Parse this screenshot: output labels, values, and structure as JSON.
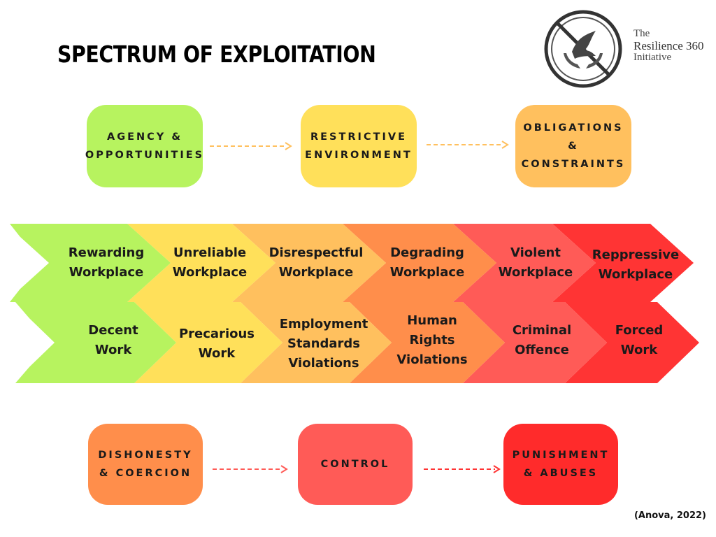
{
  "title": "SPECTRUM OF EXPLOITATION",
  "org": {
    "line1": "The",
    "line2": "Resilience 360",
    "line3": "Initiative"
  },
  "colors": {
    "green": "#B7F35F",
    "yellow": "#FFE05A",
    "light_orange": "#FFC05E",
    "orange": "#FF8E4B",
    "red_orange": "#FF5B57",
    "red": "#FF3434"
  },
  "top_boxes": [
    {
      "label": "AGENCY &\nOPPORTUNITIES"
    },
    {
      "label": "RESTRICTIVE\nENVIRONMENT"
    },
    {
      "label": "OBLIGATIONS\n&\nCONSTRAINTS"
    }
  ],
  "workplace_row": [
    {
      "label": "Rewarding\nWorkplace"
    },
    {
      "label": "Unreliable\nWorkplace"
    },
    {
      "label": "Disrespectful\nWorkplace"
    },
    {
      "label": "Degrading\nWorkplace"
    },
    {
      "label": "Violent\nWorkplace"
    },
    {
      "label": "Reppressive\nWorkplace"
    }
  ],
  "work_row": [
    {
      "label": "Decent\nWork"
    },
    {
      "label": "Precarious\nWork"
    },
    {
      "label": "Employment\nStandards\nViolations"
    },
    {
      "label": "Human\nRights\nViolations"
    },
    {
      "label": "Criminal\nOffence"
    },
    {
      "label": "Forced\nWork"
    }
  ],
  "bottom_boxes": [
    {
      "label": "DISHONESTY\n& COERCION"
    },
    {
      "label": "CONTROL"
    },
    {
      "label": "PUNISHMENT\n& ABUSES"
    }
  ],
  "citation": "(Anova, 2022)"
}
